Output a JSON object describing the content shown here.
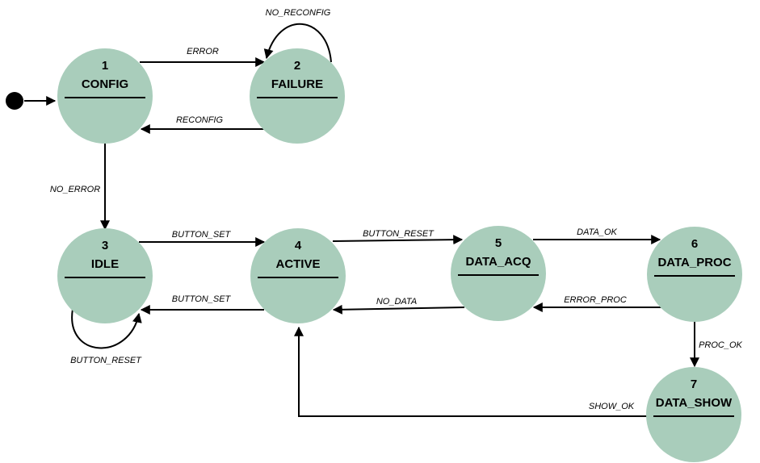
{
  "colors": {
    "state_fill": "#a9cdbb",
    "line": "#000000",
    "background": "#ffffff"
  },
  "states": [
    {
      "id": "s1",
      "number": "1",
      "name": "CONFIG"
    },
    {
      "id": "s2",
      "number": "2",
      "name": "FAILURE"
    },
    {
      "id": "s3",
      "number": "3",
      "name": "IDLE"
    },
    {
      "id": "s4",
      "number": "4",
      "name": "ACTIVE"
    },
    {
      "id": "s5",
      "number": "5",
      "name": "DATA_ACQ"
    },
    {
      "id": "s6",
      "number": "6",
      "name": "DATA_PROC"
    },
    {
      "id": "s7",
      "number": "7",
      "name": "DATA_SHOW"
    }
  ],
  "transitions": [
    {
      "id": "t_error",
      "from": "1",
      "to": "2",
      "label": "ERROR"
    },
    {
      "id": "t_no_reconfig",
      "from": "2",
      "to": "2",
      "label": "NO_RECONFIG"
    },
    {
      "id": "t_reconfig",
      "from": "2",
      "to": "1",
      "label": "RECONFIG"
    },
    {
      "id": "t_no_error",
      "from": "1",
      "to": "3",
      "label": "NO_ERROR"
    },
    {
      "id": "t_button_set_fwd",
      "from": "3",
      "to": "4",
      "label": "BUTTON_SET"
    },
    {
      "id": "t_button_set_back",
      "from": "4",
      "to": "3",
      "label": "BUTTON_SET"
    },
    {
      "id": "t_button_reset_loop",
      "from": "3",
      "to": "3",
      "label": "BUTTON_RESET"
    },
    {
      "id": "t_button_reset_fwd",
      "from": "4",
      "to": "5",
      "label": "BUTTON_RESET"
    },
    {
      "id": "t_no_data",
      "from": "5",
      "to": "4",
      "label": "NO_DATA"
    },
    {
      "id": "t_data_ok",
      "from": "5",
      "to": "6",
      "label": "DATA_OK"
    },
    {
      "id": "t_error_proc",
      "from": "6",
      "to": "5",
      "label": "ERROR_PROC"
    },
    {
      "id": "t_proc_ok",
      "from": "6",
      "to": "7",
      "label": "PROC_OK"
    },
    {
      "id": "t_show_ok",
      "from": "7",
      "to": "4",
      "label": "SHOW_OK"
    }
  ]
}
